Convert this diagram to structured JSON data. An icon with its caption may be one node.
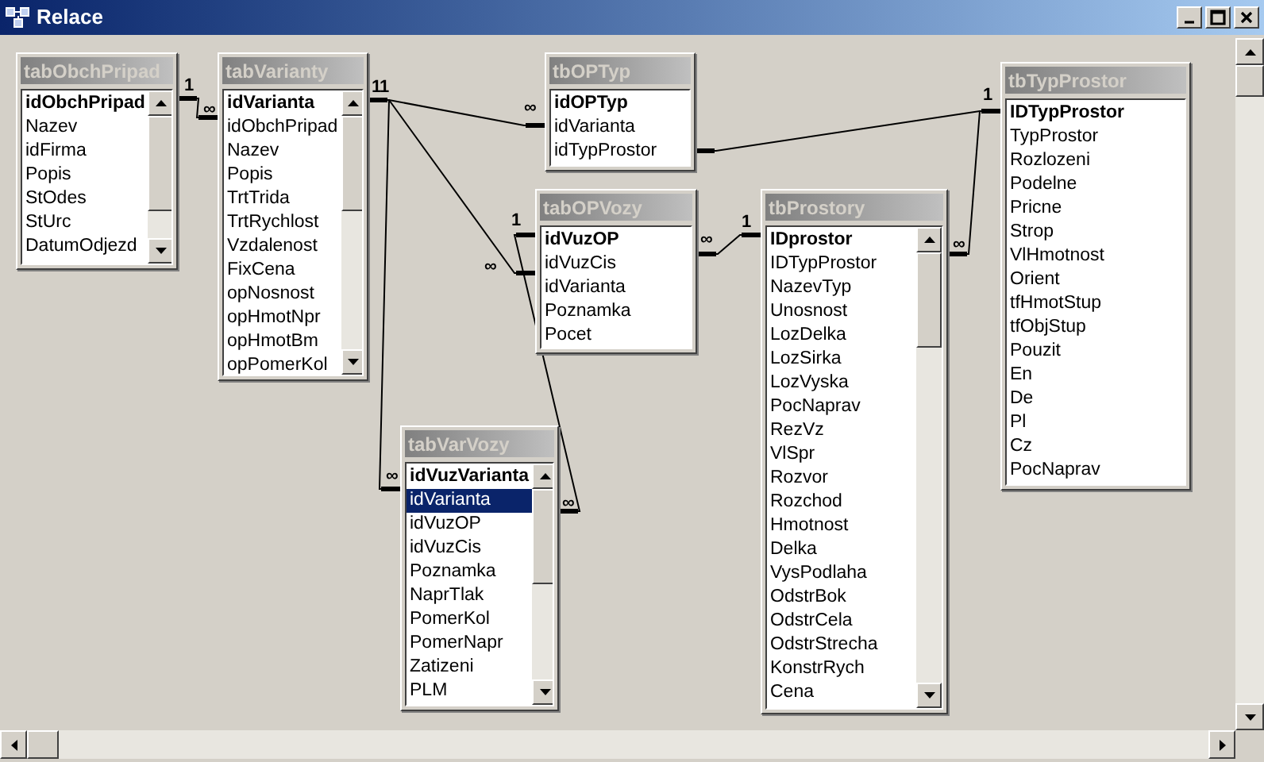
{
  "diagram": {
    "title": "Relace",
    "nodes": [
      {
        "text": [
          "tabObchPripad",
          "idObchPripad",
          "Nazev",
          "idFirma",
          "Popis",
          "StOdes",
          "StUrc",
          "DatumOdjezd"
        ]
      },
      {
        "text": [
          "tabVarianty",
          "idVarianta",
          "idObchPripad",
          "Nazev",
          "Popis",
          "TrtTrida",
          "TrtRychlost",
          "Vzdalenost",
          "FixCena",
          "opNosnost",
          "opHmotNpr",
          "opHmotBm",
          "opPomerKol"
        ]
      },
      {
        "text": [
          "tbOPTyp",
          "idOPTyp",
          "idVarianta",
          "idTypProstor"
        ]
      },
      {
        "text": [
          "tabOPVozy",
          "idVuzOP",
          "idVuzCis",
          "idVarianta",
          "Poznamka",
          "Pocet"
        ]
      },
      {
        "text": [
          "tbProstory",
          "IDprostor",
          "IDTypProstor",
          "NazevTyp",
          "Unosnost",
          "LozDelka",
          "LozSirka",
          "LozVyska",
          "PocNaprav",
          "RezVz",
          "VlSpr",
          "Rozvor",
          "Rozchod",
          "Hmotnost",
          "Delka",
          "VysPodlaha",
          "OdstrBok",
          "OdstrCela",
          "OdstrStrecha",
          "KonstrRych",
          "Cena"
        ]
      },
      {
        "text": [
          "tabVarVozy",
          "idVuzVarianta",
          "idVarianta",
          "idVuzOP",
          "idVuzCis",
          "Poznamka",
          "NaprTlak",
          "PomerKol",
          "PomerNapr",
          "Zatizeni",
          "PLM"
        ]
      },
      {
        "text": [
          "tbTypProstor",
          "IDTypProstor",
          "TypProstor",
          "Rozlozeni",
          "Podelne",
          "Pricne",
          "Strop",
          "VlHmotnost",
          "Orient",
          "tfHmotStup",
          "tfObjStup",
          "Pouzit",
          "En",
          "De",
          "Pl",
          "Cz",
          "PocNaprav"
        ]
      }
    ],
    "edges": [
      {
        "from": 0,
        "to": 1,
        "arrow": "other"
      },
      {
        "from": 1,
        "to": 2,
        "arrow": "other"
      },
      {
        "from": 1,
        "to": 3,
        "arrow": "other"
      },
      {
        "from": 1,
        "to": 5,
        "arrow": "other"
      },
      {
        "from": 3,
        "to": 5,
        "arrow": "other"
      },
      {
        "from": 3,
        "to": 4,
        "arrow": "other"
      },
      {
        "from": 6,
        "to": 2,
        "arrow": "other"
      },
      {
        "from": 6,
        "to": 4,
        "arrow": "other"
      }
    ],
    "labels": [
      "1",
      "∞",
      "1",
      "1",
      "1",
      "∞",
      "1",
      "1",
      "∞",
      "∞",
      "∞",
      "∞",
      "∞"
    ]
  }
}
